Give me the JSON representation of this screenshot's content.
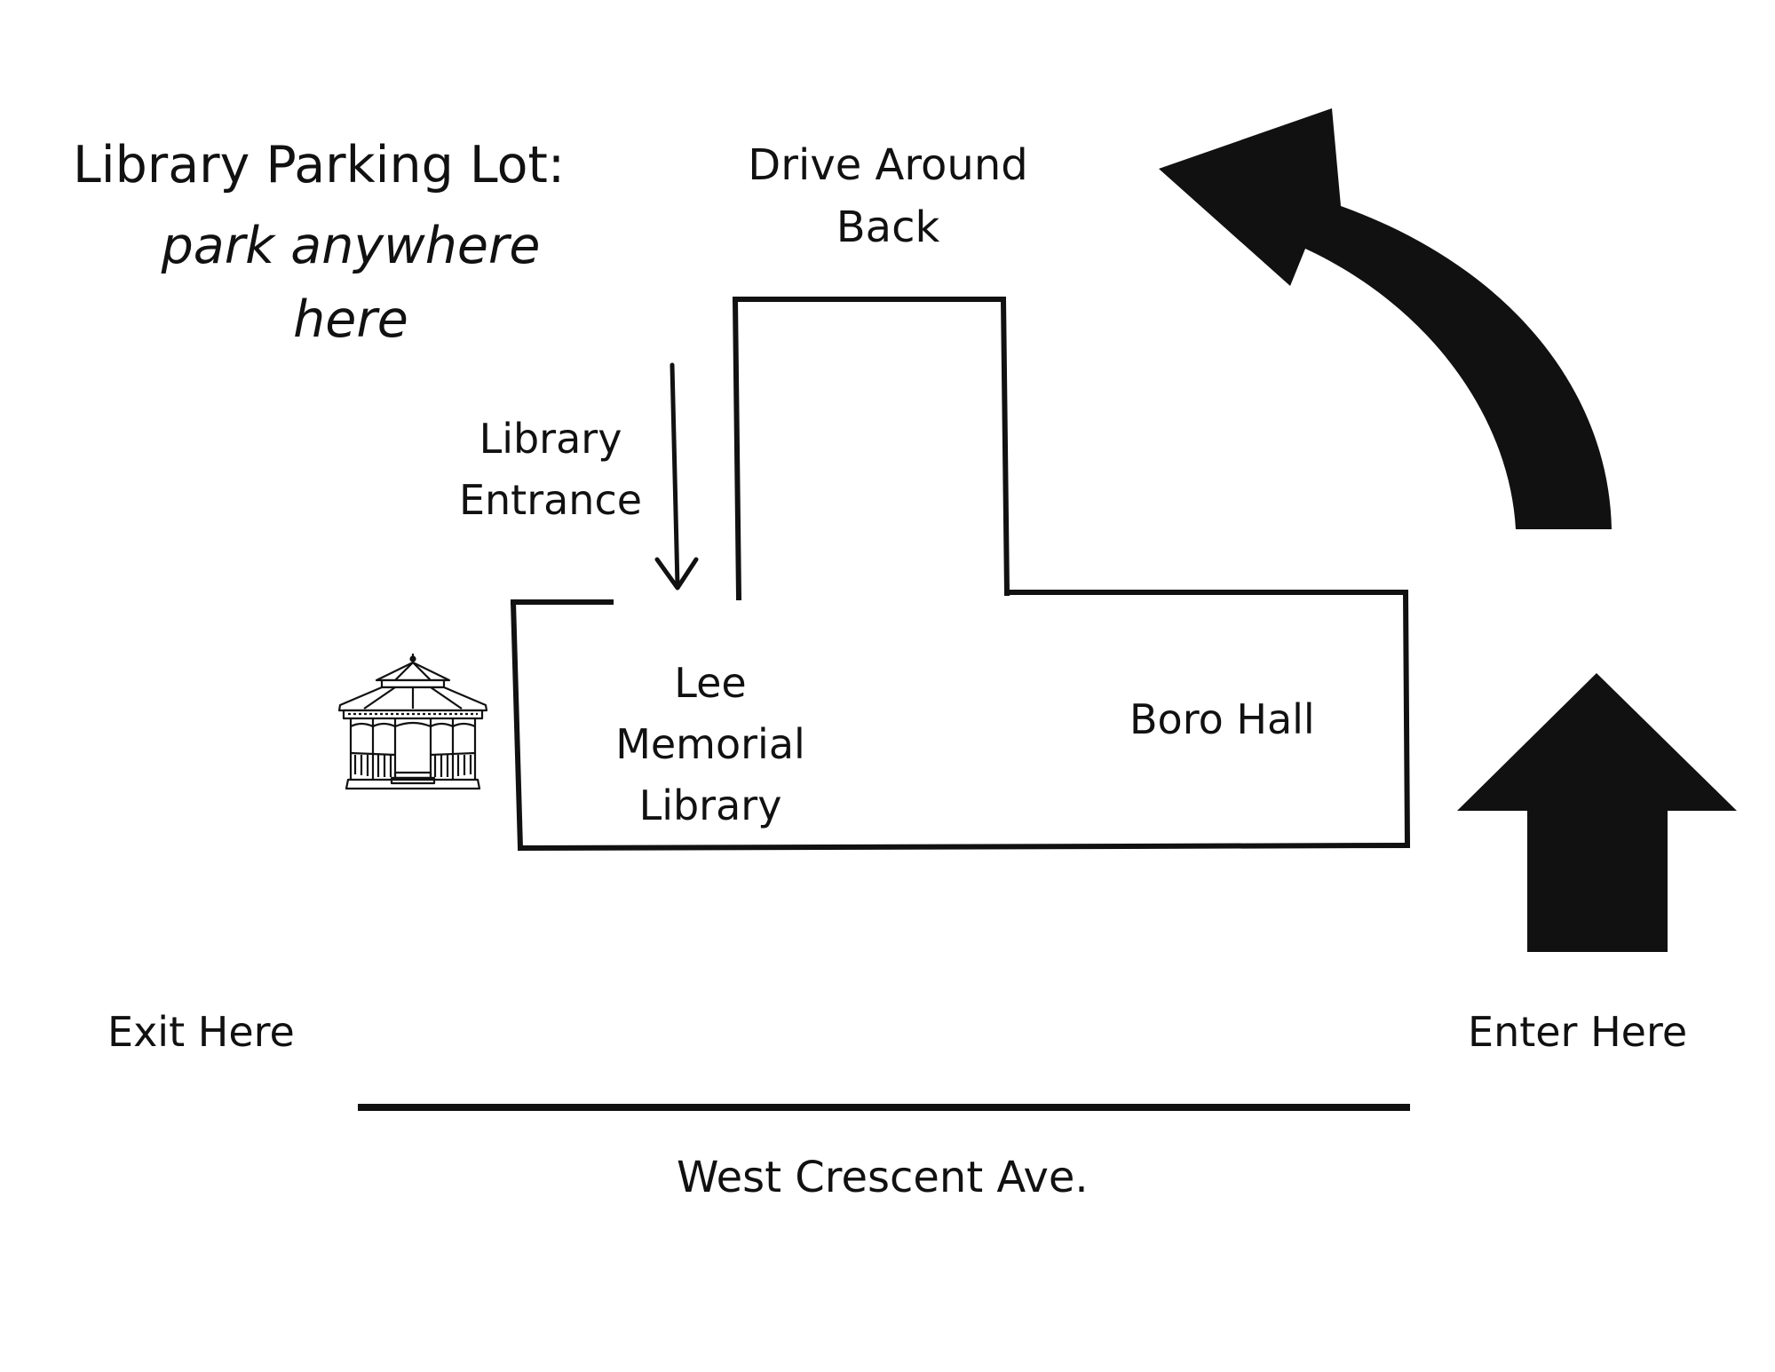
{
  "title": {
    "main": "Library Parking Lot:",
    "sub": "park anywhere here"
  },
  "labels": {
    "drive_around": "Drive Around Back",
    "library_entrance": "Library Entrance",
    "library_name": "Lee Memorial Library",
    "boro_hall": "Boro Hall",
    "exit": "Exit Here",
    "enter": "Enter Here",
    "street": "West Crescent Ave."
  },
  "icons": {
    "gazebo": "gazebo-icon",
    "enter_arrow": "arrow-up-icon",
    "drive_arrow": "curved-arrow-left-icon",
    "entrance_pointer": "arrow-down-icon"
  },
  "colors": {
    "ink": "#111111",
    "background": "#ffffff"
  }
}
